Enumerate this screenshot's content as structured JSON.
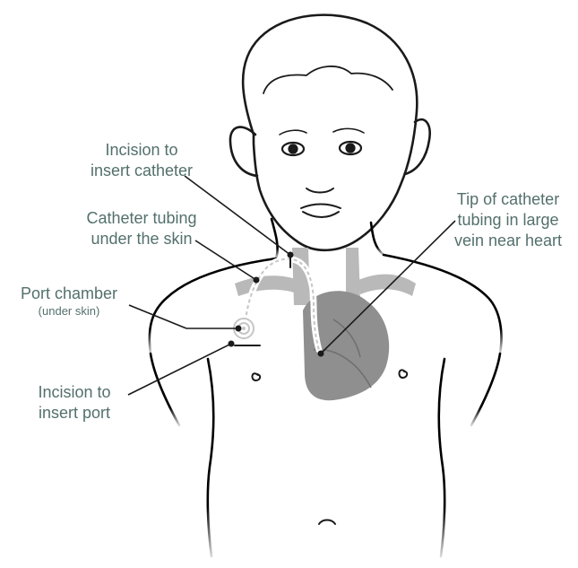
{
  "labels": {
    "incision_catheter": [
      "Incision to",
      "insert catheter"
    ],
    "catheter_tubing": [
      "Catheter tubing",
      "under the skin"
    ],
    "port_chamber": "Port chamber",
    "port_chamber_note": "(under skin)",
    "incision_port": [
      "Incision to",
      "insert port"
    ],
    "tip_catheter": [
      "Tip of catheter",
      "tubing in large",
      "vein near heart"
    ]
  },
  "colors": {
    "label_text": "#53706c",
    "outline": "#1a1a1a",
    "heart_fill": "#8f8f8f",
    "vessel_fill": "#b9b9b9"
  }
}
